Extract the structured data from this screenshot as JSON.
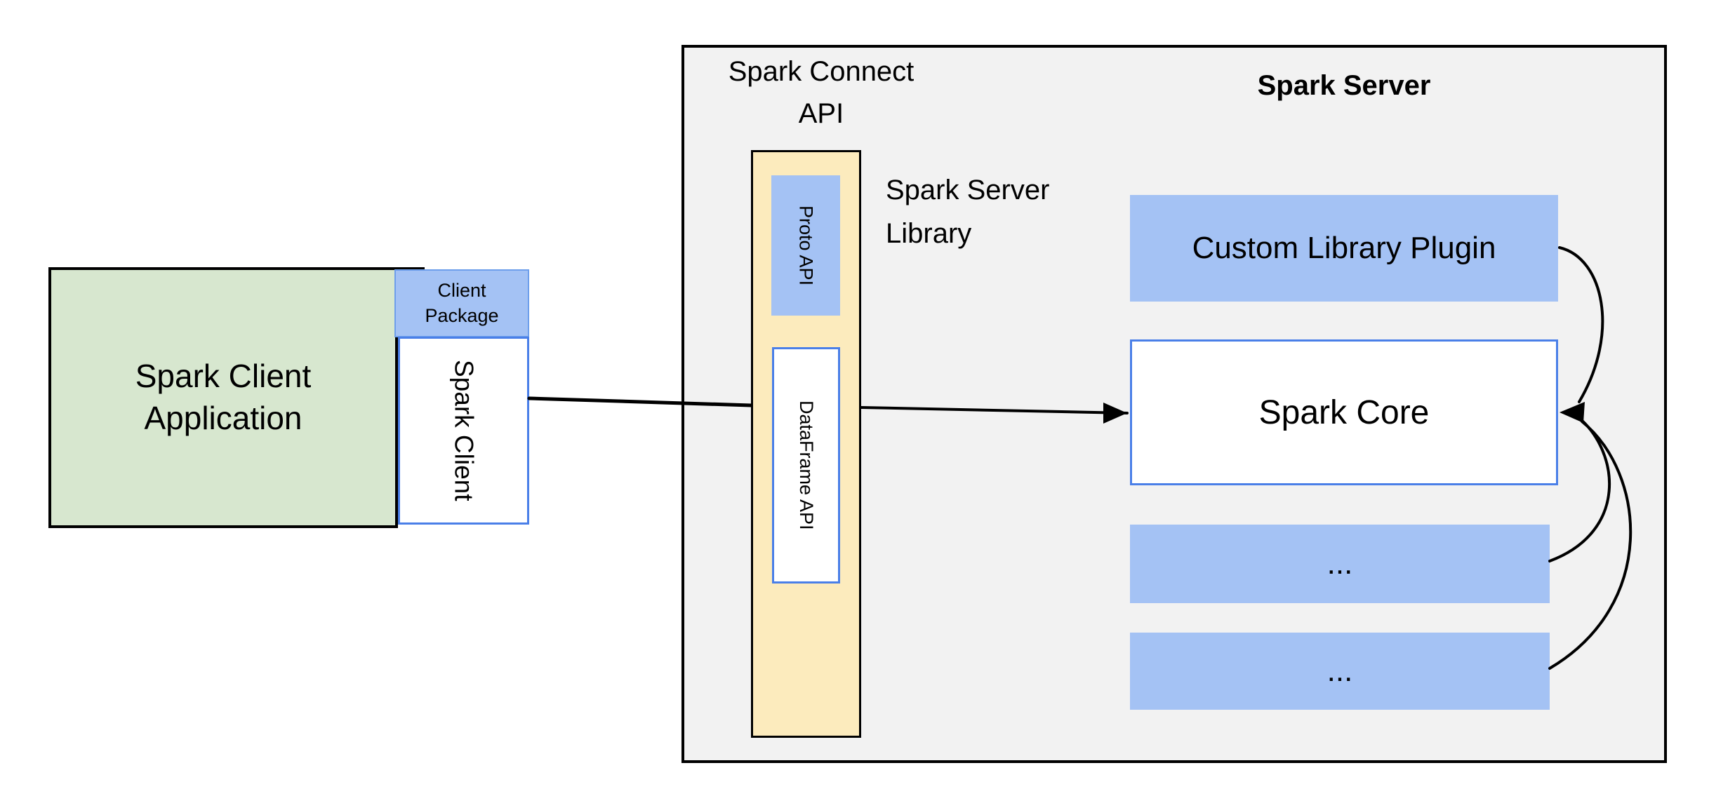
{
  "title": "Spark Connect architecture diagram",
  "colors": {
    "green-fill": "#d7e7cf",
    "blue-fill": "#a4c2f4",
    "yellow-fill": "#fcebbd",
    "gray-fill": "#f2f2f2",
    "blue-border": "#4a7fe8",
    "blue-border-light": "#6d9eeb",
    "line": "#000000"
  },
  "client": {
    "app_lines": [
      "Spark Client",
      "Application"
    ],
    "package_lines": [
      "Client",
      "Package"
    ],
    "client_label": "Spark Client"
  },
  "server": {
    "connect_api_lines": [
      "Spark Connect",
      "API"
    ],
    "title": "Spark Server",
    "library_lines": [
      "Spark Server",
      "Library"
    ],
    "proto_api_label": "Proto API",
    "dataframe_api_label": "DataFrame API",
    "plugin_label": "Custom Library Plugin",
    "core_label": "Spark Core",
    "placeholder1_label": "...",
    "placeholder2_label": "..."
  }
}
